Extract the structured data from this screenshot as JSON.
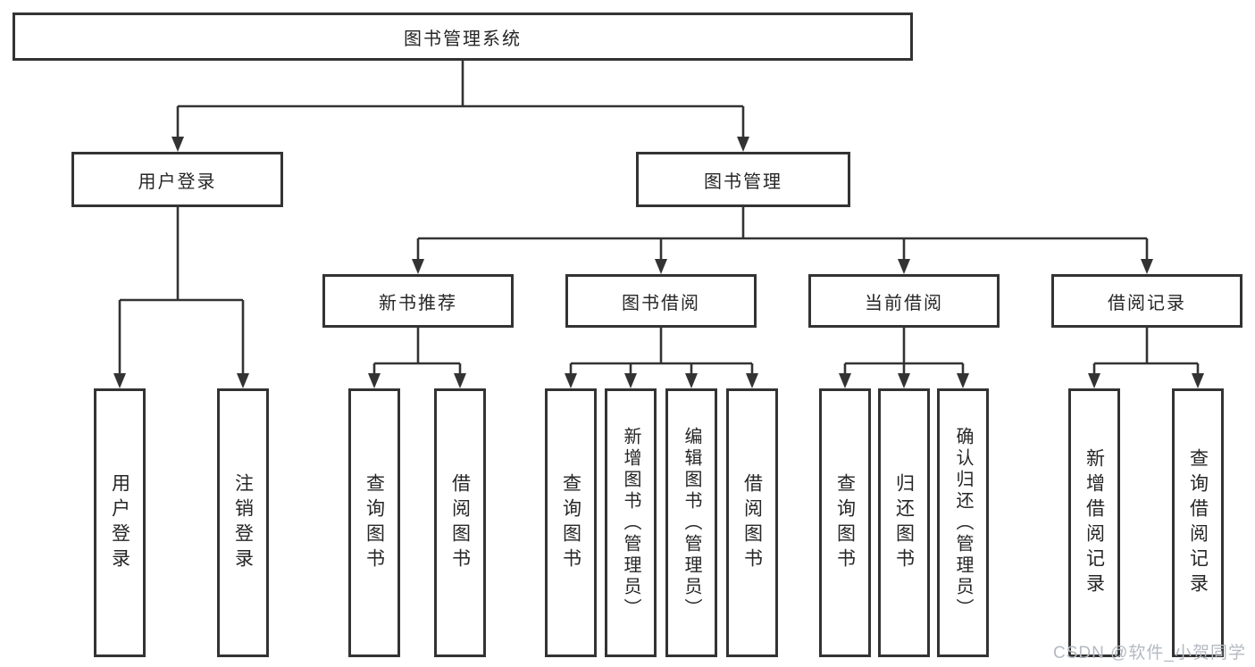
{
  "colors": {
    "line": "#333333",
    "box_border": "#333333",
    "box_background": "#ffffff",
    "text": "#262626",
    "watermark": "#b4bac2",
    "page_background": "#ffffff"
  },
  "watermark": {
    "text": "CSDN @软件_小贺同学"
  },
  "nodes": {
    "root": "图书管理系统",
    "level2": [
      "用户登录",
      "图书管理"
    ],
    "level3": [
      "新书推荐",
      "图书借阅",
      "当前借阅",
      "借阅记录"
    ],
    "leaves_login": [
      "用户登录",
      "注销登录"
    ],
    "leaves_new": [
      "查询图书",
      "借阅图书"
    ],
    "leaves_borrow": [
      "查询图书",
      "新增图书（管理员）",
      "编辑图书（管理员）",
      "借阅图书"
    ],
    "leaves_current": [
      "查询图书",
      "归还图书",
      "确认归还（管理员）"
    ],
    "leaves_records": [
      "新增借阅记录",
      "查询借阅记录"
    ]
  }
}
